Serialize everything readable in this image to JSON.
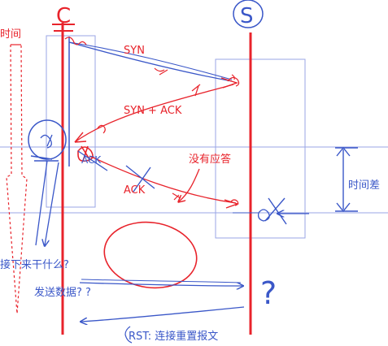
{
  "client": {
    "letter": "C"
  },
  "server": {
    "letter": "S"
  },
  "messages": {
    "syn": "SYN",
    "syn_ack": "SYN + ACK",
    "ack": "ACK",
    "ack_scribble": "ACK"
  },
  "notes": {
    "time": "时间",
    "no_response": "没有应答",
    "time_difference": "时间差",
    "what_next": "接下来干什么?",
    "send_data": "发送数据? ?",
    "question_mark": "?",
    "rst": "RST: 连接重置报文"
  },
  "colors": {
    "red": "#e8232b",
    "blue": "#3a57c8",
    "light_blue": "#9aa6e6"
  }
}
